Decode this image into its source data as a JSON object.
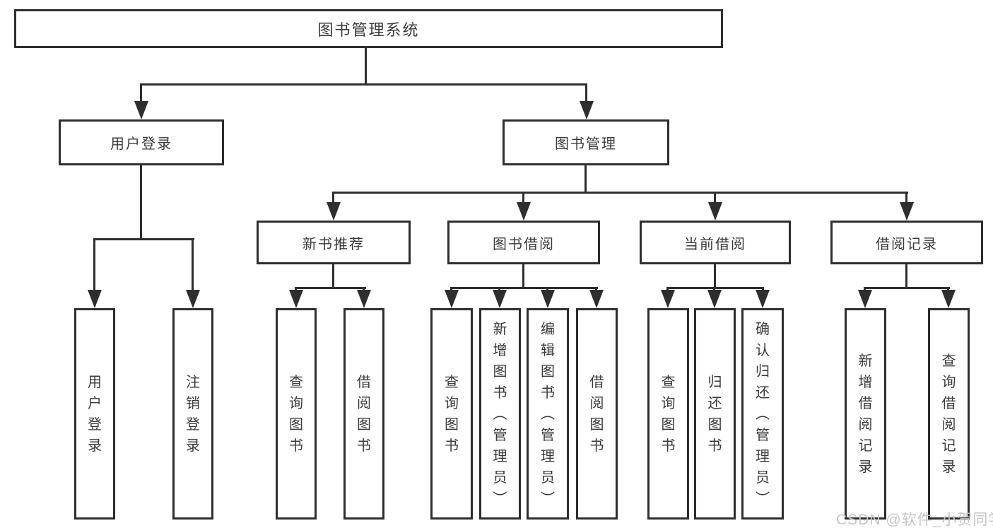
{
  "diagram": {
    "root": {
      "label": "图书管理系统"
    },
    "level2": [
      {
        "label": "用户登录"
      },
      {
        "label": "图书管理"
      }
    ],
    "level3": [
      {
        "label": "新书推荐"
      },
      {
        "label": "图书借阅"
      },
      {
        "label": "当前借阅"
      },
      {
        "label": "借阅记录"
      }
    ],
    "leaves": {
      "user_login": [
        "用户登录",
        "注销登录"
      ],
      "new_books": [
        "查询图书",
        "借阅图书"
      ],
      "borrow": [
        "查询图书",
        "新增图书（管理员）",
        "编辑图书（管理员）",
        "借阅图书"
      ],
      "current": [
        "查询图书",
        "归还图书",
        "确认归还（管理员）"
      ],
      "records": [
        "新增借阅记录",
        "查询借阅记录"
      ]
    }
  },
  "watermark": "CSDN @软件_小贺同学",
  "colors": {
    "line": "#2e2e2e",
    "text": "#3a3a3a",
    "watermark": "#c6c6c6",
    "background": "#ffffff"
  }
}
